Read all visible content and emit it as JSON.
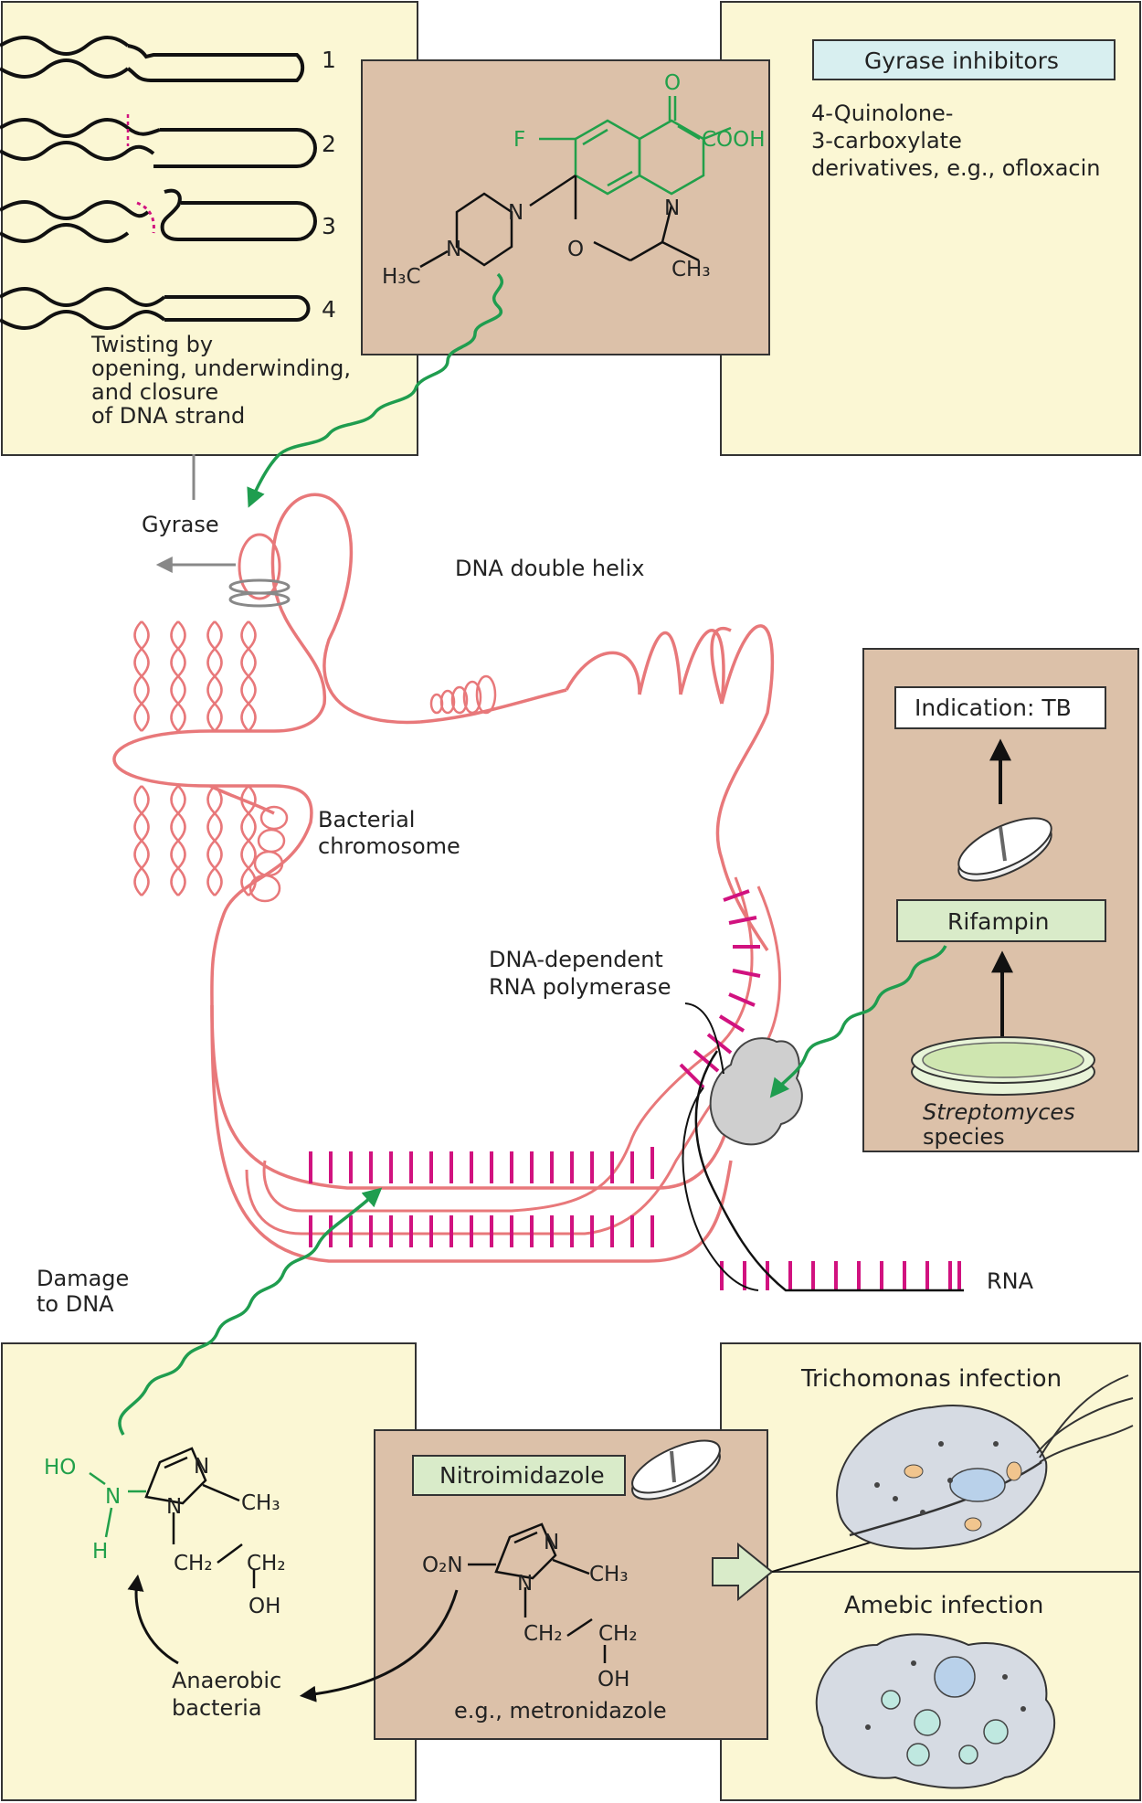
{
  "gyrase_panel": {
    "steps": [
      "1",
      "2",
      "3",
      "4"
    ],
    "caption": [
      "Twisting by",
      "opening, underwinding,",
      "and closure",
      "of DNA strand"
    ],
    "gyrase_label": "Gyrase"
  },
  "quinolone": {
    "atoms": {
      "F": "F",
      "O": "O",
      "COOH": "COOH",
      "N1": "N",
      "N2": "N",
      "N3": "N",
      "O_ring": "O",
      "H3C": "H₃C",
      "CH3": "CH₃"
    }
  },
  "gyrase_inhibitors": {
    "title": "Gyrase inhibitors",
    "description": [
      "4-Quinolone-",
      "3-carboxylate",
      "derivatives,  e.g., ofloxacin"
    ]
  },
  "chromosome": {
    "dna_label": "DNA double helix",
    "chromosome_label": [
      "Bacterial",
      "chromosome"
    ],
    "polymerase_label": [
      "DNA-dependent",
      "RNA polymerase"
    ],
    "rna_label": "RNA",
    "damage_label": [
      "Damage",
      "to DNA"
    ]
  },
  "rifampin_panel": {
    "indication": "Indication: TB",
    "drug": "Rifampin",
    "source": [
      "Streptomyces",
      "species"
    ]
  },
  "metabolite": {
    "atoms": {
      "HO": "HO",
      "N_amine": "N",
      "H": "H",
      "N_ring1": "N",
      "N_ring2": "N",
      "CH3": "CH₃",
      "CH2a": "CH₂",
      "CH2b": "CH₂",
      "OH": "OH"
    },
    "anaerobic_label": [
      "Anaerobic",
      "bacteria"
    ]
  },
  "nitroimidazole": {
    "title": "Nitroimidazole",
    "atoms": {
      "O2N": "O₂N",
      "N_ring1": "N",
      "N_ring2": "N",
      "CH3": "CH₃",
      "CH2a": "CH₂",
      "CH2b": "CH₂",
      "OH": "OH"
    },
    "example": "e.g., metronidazole"
  },
  "infections": {
    "trichomonas": "Trichomonas infection",
    "amebic": "Amebic infection"
  },
  "colors": {
    "panel_yellow": "#fbf7d4",
    "panel_brown": "#dcc1a9",
    "dna_pink": "#e8787a",
    "rna_magenta": "#d1127f",
    "arrow_green": "#1f9d4f",
    "label_cyan": "#d8eff0",
    "label_green": "#d9ebc9"
  }
}
